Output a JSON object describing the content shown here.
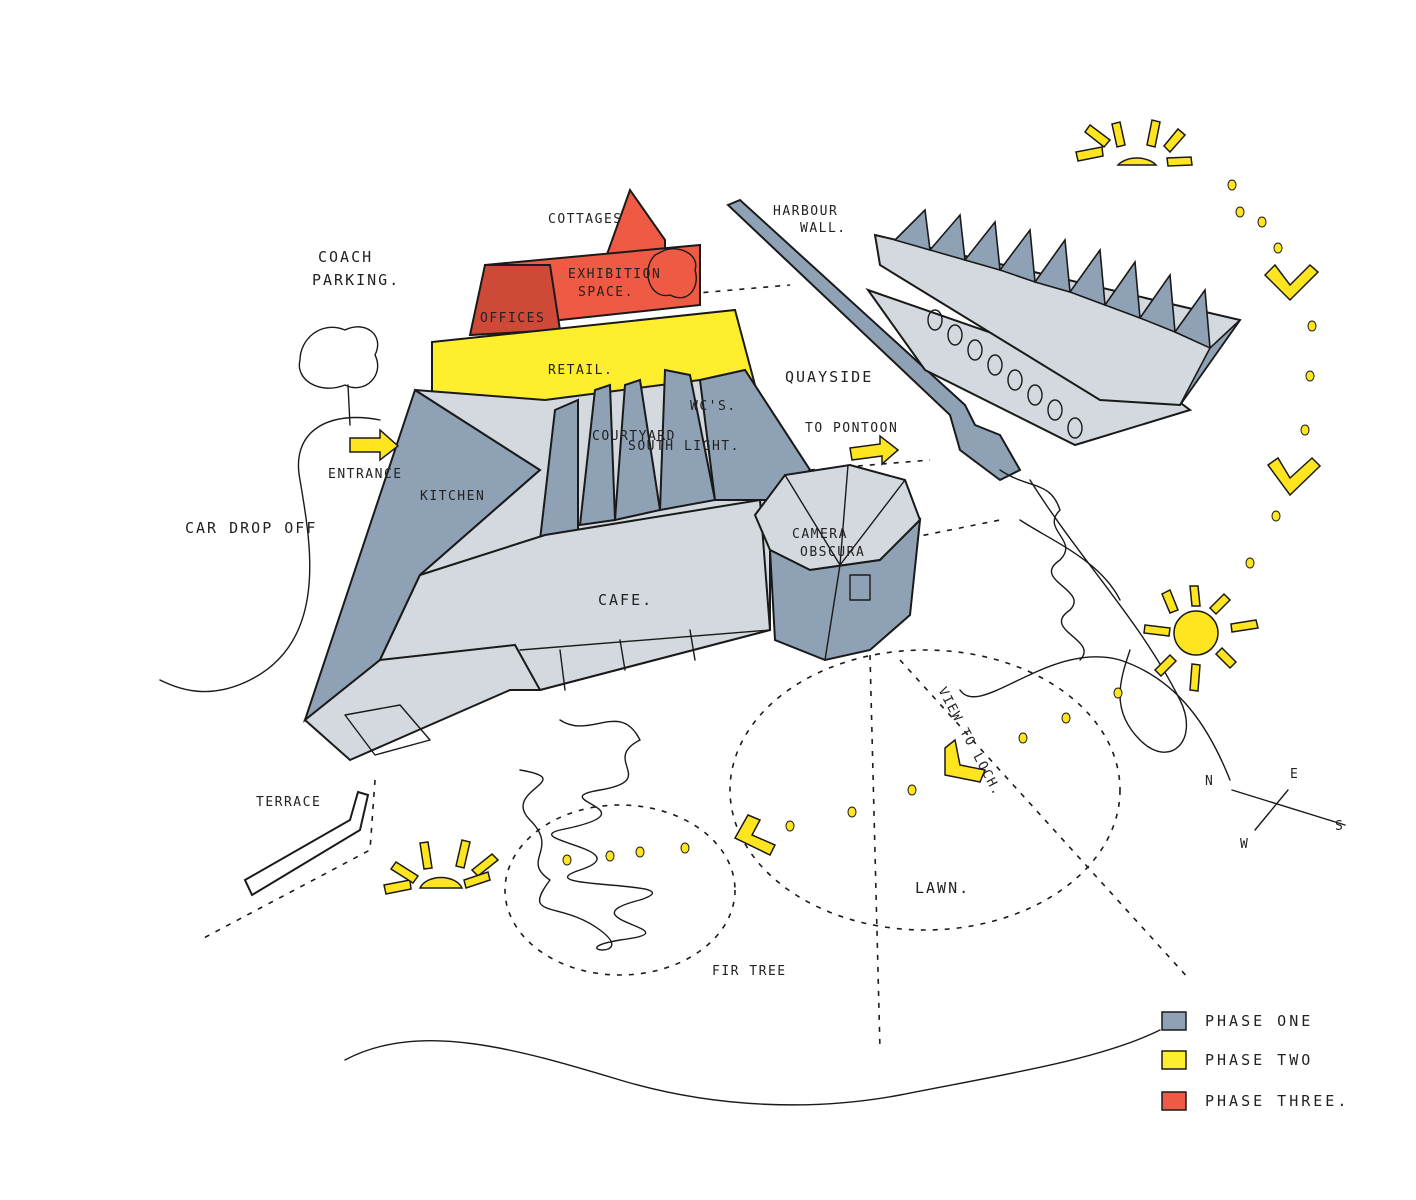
{
  "colors": {
    "phase_one": "#8fa2b5",
    "phase_one_light": "#d3d9de",
    "phase_two": "#ffee2e",
    "phase_three": "#ef5a45",
    "sun": "#ffe51f",
    "ink": "#1a1a1a"
  },
  "labels": {
    "cottages": "COTTAGES",
    "harbour_wall_1": "HARBOUR",
    "harbour_wall_2": "WALL.",
    "coach_parking_1": "COACH",
    "coach_parking_2": "PARKING.",
    "exhibition_1": "EXHIBITION",
    "exhibition_2": "SPACE.",
    "offices": "OFFICES",
    "retail": "RETAIL.",
    "quayside": "QUAYSIDE",
    "wcs": "WC'S.",
    "courtyard_1": "COURTYARD",
    "courtyard_2": "SOUTH LIGHT.",
    "to_pontoon": "TO PONTOON",
    "entrance": "ENTRANCE",
    "kitchen": "KITCHEN",
    "car_drop_off": "CAR DROP OFF",
    "camera_1": "CAMERA",
    "camera_2": "OBSCURA",
    "cafe": "CAFE.",
    "view_to_loch": "VIEW TO LOCH.",
    "terrace": "TERRACE",
    "lawn": "LAWN.",
    "fir_tree": "FIR TREE"
  },
  "compass": {
    "n": "N",
    "e": "E",
    "s": "S",
    "w": "W"
  },
  "legend": [
    {
      "label": "PHASE ONE",
      "color": "#8fa2b5"
    },
    {
      "label": "PHASE TWO",
      "color": "#ffee2e"
    },
    {
      "label": "PHASE THREE.",
      "color": "#ef5a45"
    }
  ]
}
